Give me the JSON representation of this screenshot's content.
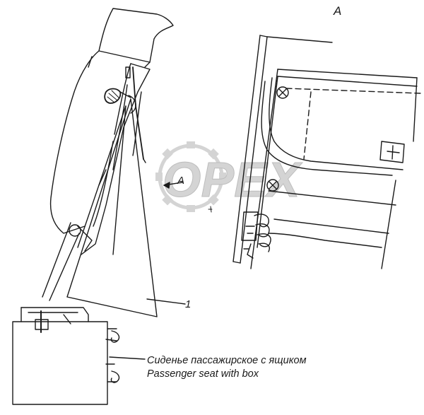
{
  "view_label": "A",
  "arrow_label": "A",
  "callout_number": "1",
  "caption": {
    "ru": "Сиденье пассажирское с ящиком",
    "en": "Passenger seat with box"
  },
  "watermark": {
    "text": "OPEX",
    "color": "#d4d4d4"
  },
  "colors": {
    "line": "#1a1a1a",
    "paper": "#ffffff"
  }
}
